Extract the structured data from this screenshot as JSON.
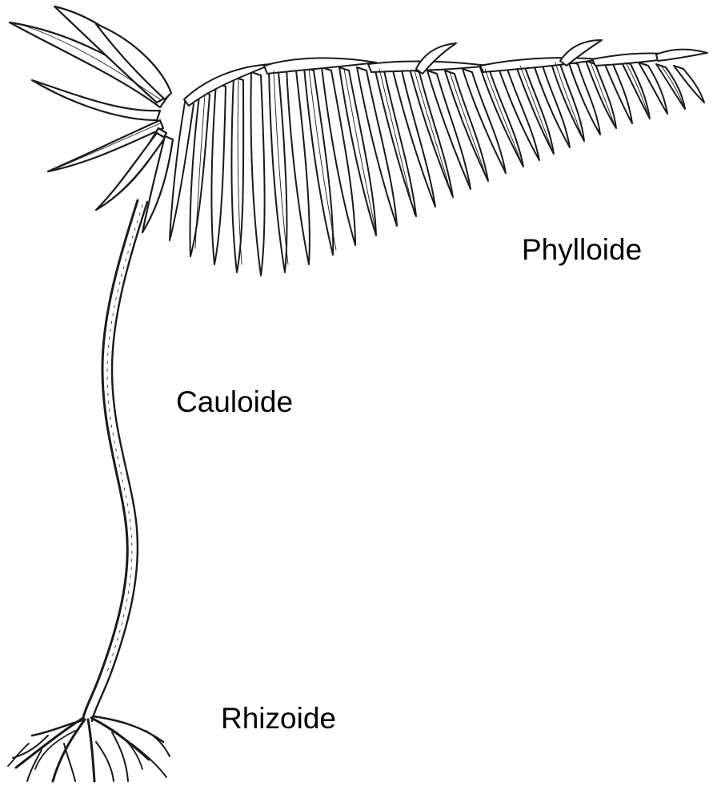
{
  "labels": {
    "phylloide": "Phylloide",
    "cauloide": "Cauloide",
    "rhizoide": "Rhizoide"
  },
  "colors": {
    "ink": "#1a1a1a",
    "leaf_fill": "#ffffff",
    "background": "#ffffff"
  }
}
